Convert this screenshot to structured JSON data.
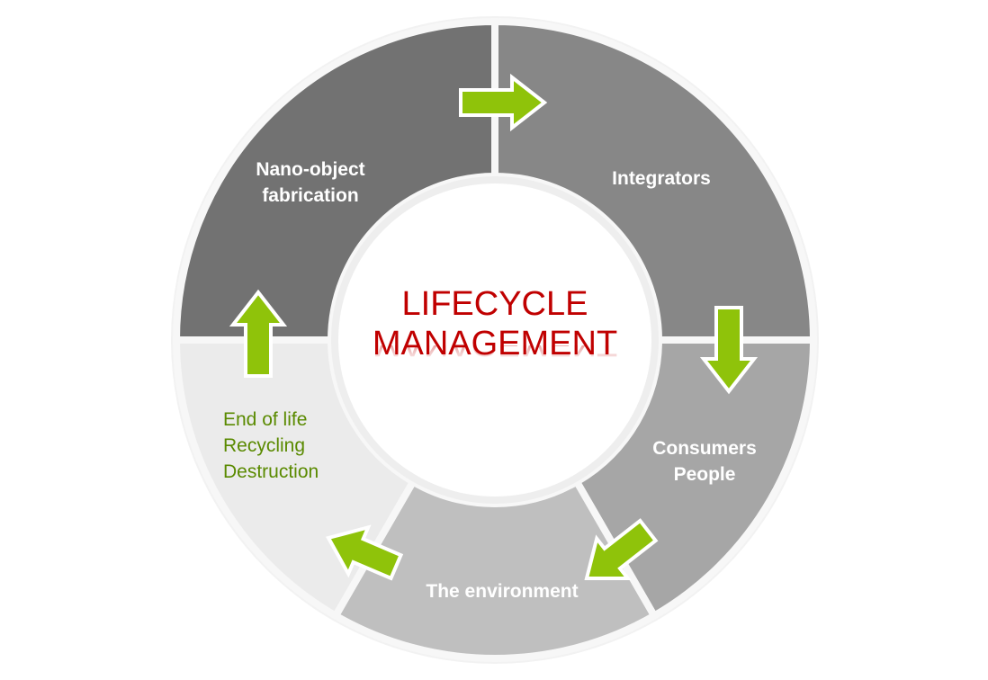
{
  "title": {
    "line1": "LIFECYCLE",
    "line2": "MANAGEMENT",
    "color": "#c00000"
  },
  "segments": [
    {
      "id": "fabrication",
      "lines": [
        "Nano-object",
        "fabrication"
      ],
      "color": "#727272"
    },
    {
      "id": "integrators",
      "lines": [
        "Integrators"
      ],
      "color": "#878787"
    },
    {
      "id": "consumers",
      "lines": [
        "Consumers",
        "People"
      ],
      "color": "#a6a6a6"
    },
    {
      "id": "environment",
      "lines": [
        "The environment"
      ],
      "color": "#bfbfbf"
    },
    {
      "id": "end-of-life",
      "lines": [
        "End of life",
        "Recycling",
        "Destruction"
      ],
      "color": "#ebebeb",
      "text_color": "#5a8a00"
    }
  ],
  "arrow_color": "#8fc30a"
}
